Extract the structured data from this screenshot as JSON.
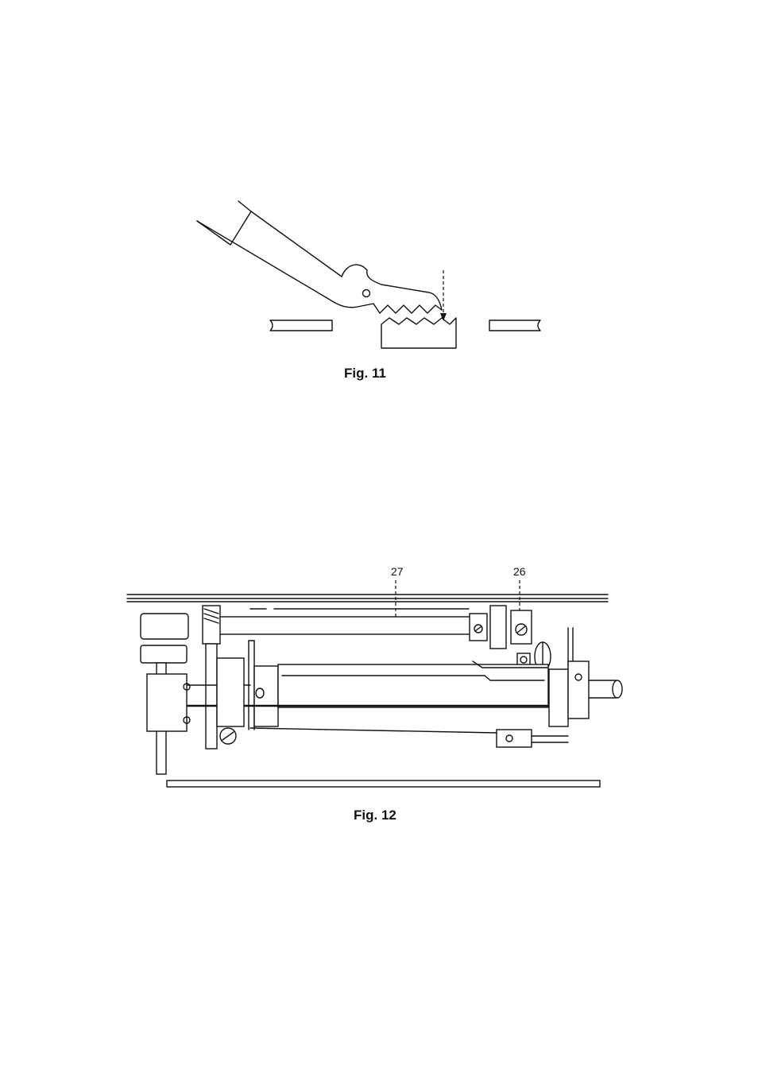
{
  "figures": {
    "fig11": {
      "caption": "Fig. 11"
    },
    "fig12": {
      "caption": "Fig. 12",
      "callouts": [
        "27",
        "26"
      ]
    }
  }
}
